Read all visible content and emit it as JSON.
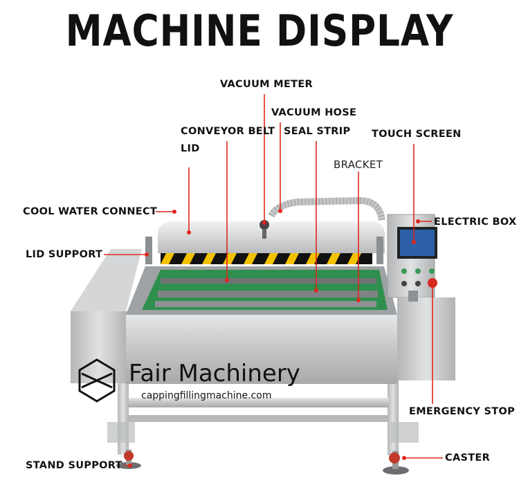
{
  "header": {
    "title": "MACHINE DISPLAY"
  },
  "labels": {
    "vacuum_meter": "VACUUM METER",
    "vacuum_hose": "VACUUM HOSE",
    "conveyor_belt": "CONVEYOR BELT",
    "seal_strip": "SEAL STRIP",
    "touch_screen": "TOUCH SCREEN",
    "lid": "LID",
    "bracket": "BRACKET",
    "cool_water_connect": "COOL WATER CONNECT",
    "electric_box": "ELECTRIC BOX",
    "lid_support": "LID SUPPORT",
    "emergency_stop": "EMERGENCY STOP",
    "stand_support": "STAND SUPPORT",
    "caster": "CASTER"
  },
  "watermark": {
    "brand": "Fair Machinery",
    "website": "cappingfillingmachine.com"
  },
  "colors": {
    "leader_line": "#e0261b",
    "steel": "#c9cbcd",
    "belt": "#3aa15a"
  }
}
